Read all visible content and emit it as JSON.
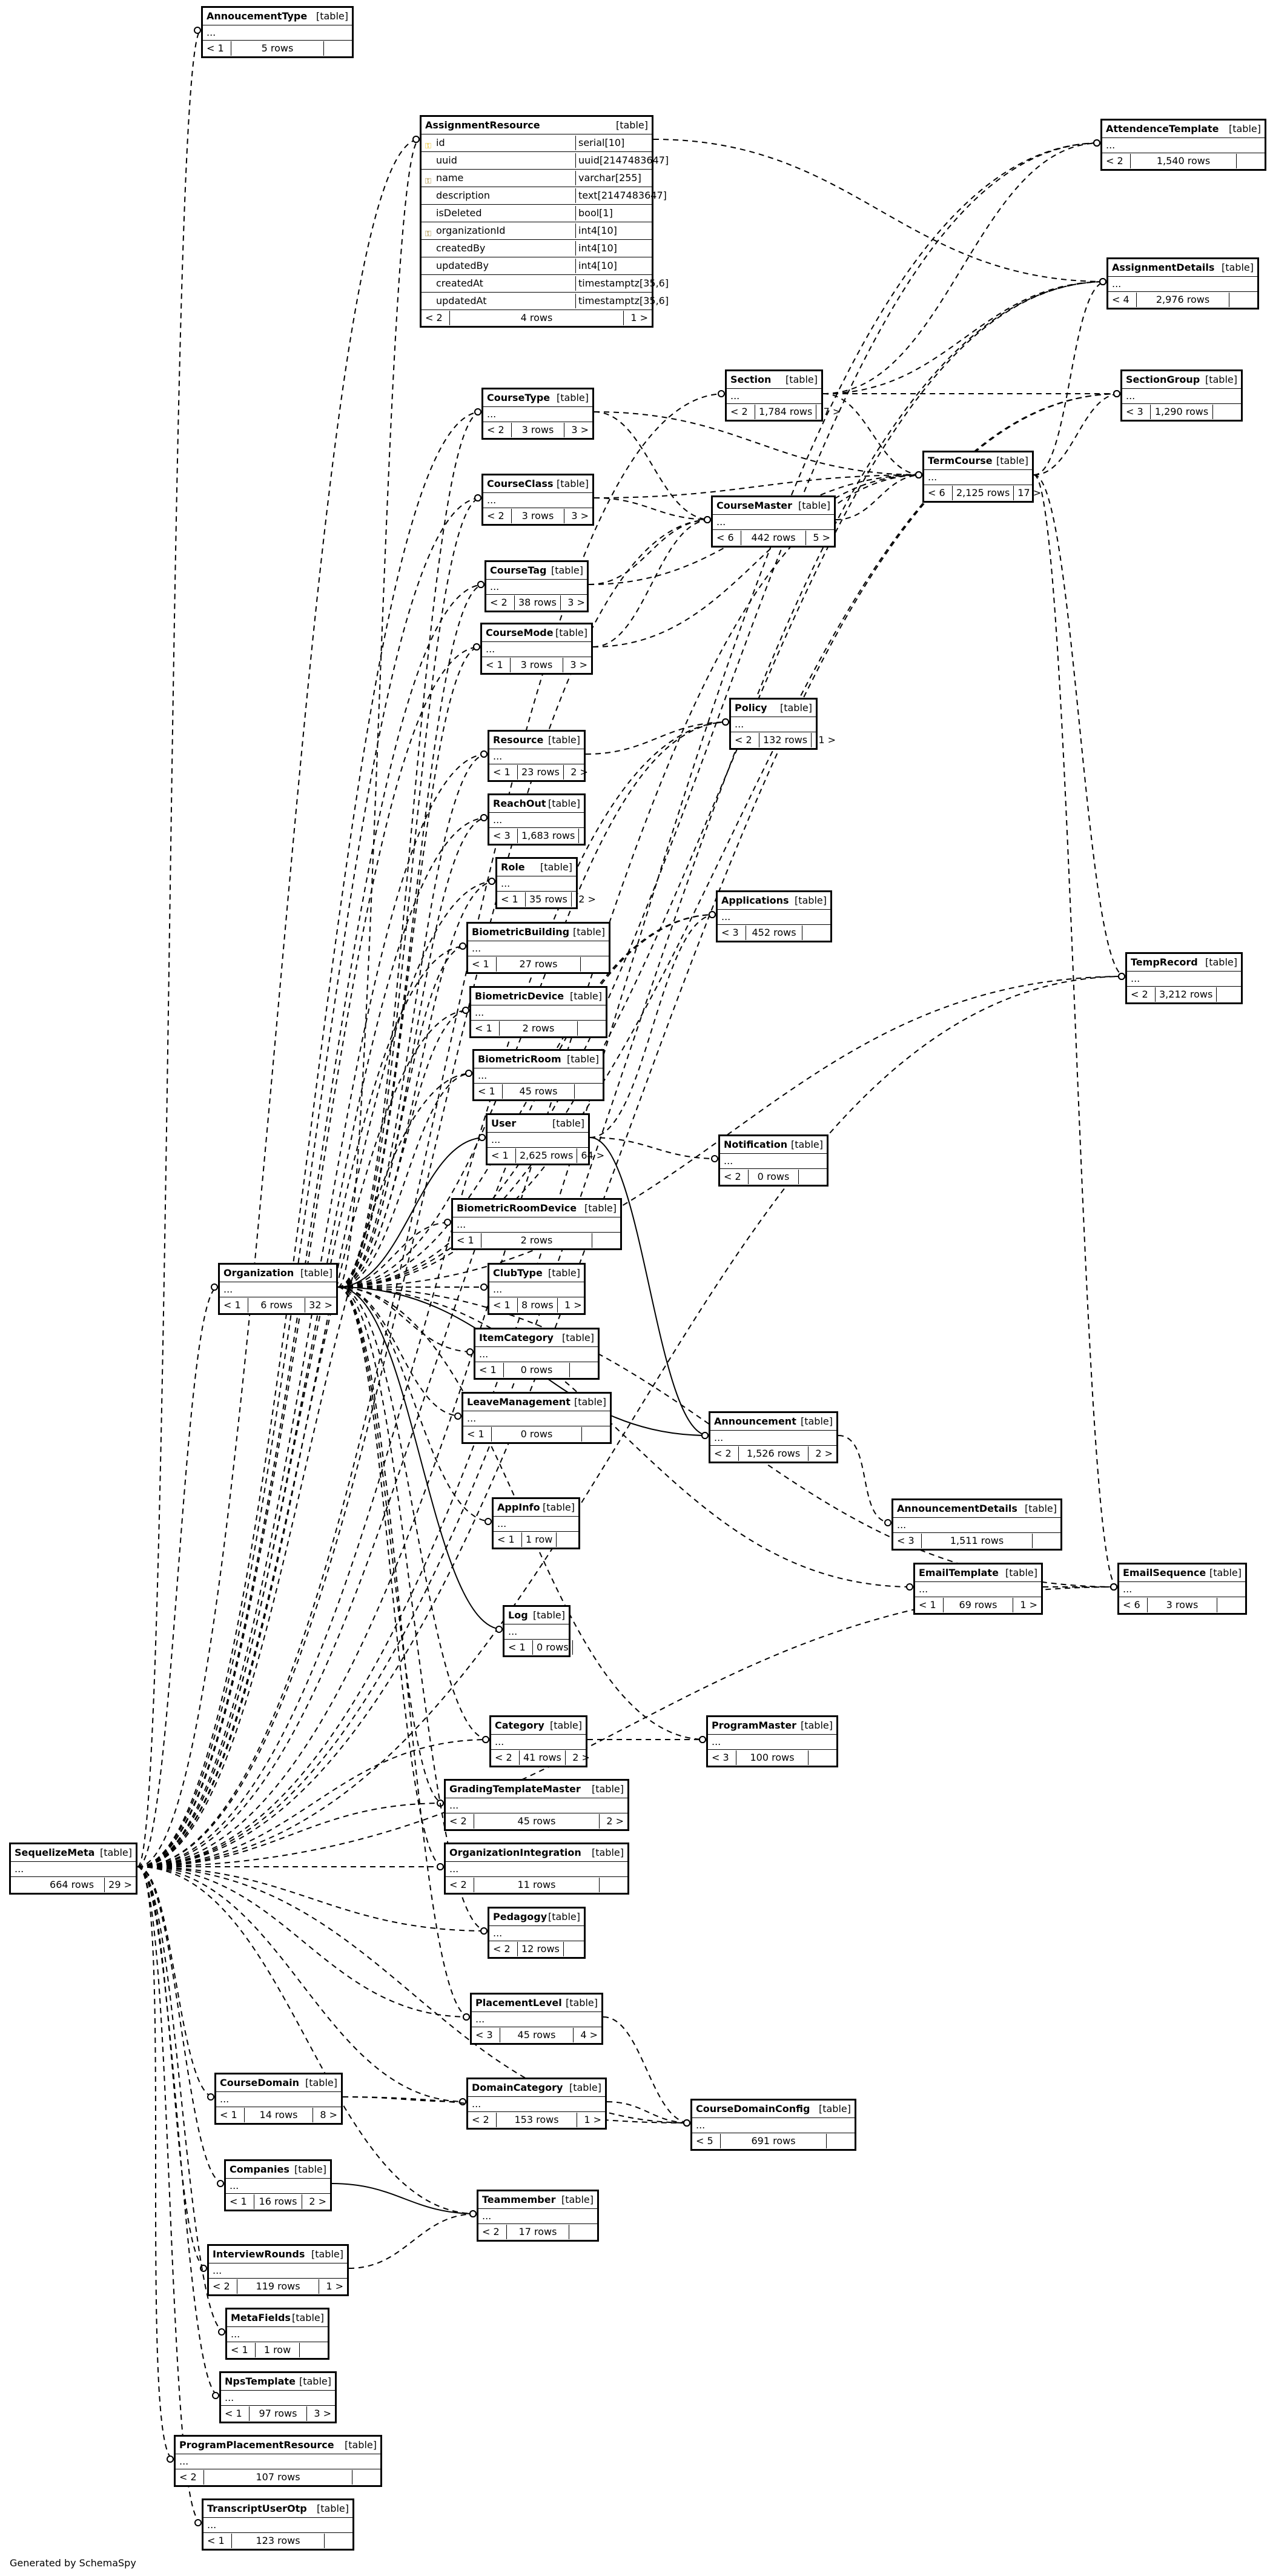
{
  "footer": "Generated by SchemaSpy",
  "table_tag": "[table]",
  "ellipsis": "...",
  "tables": {
    "AnnoucementType": {
      "name": "AnnoucementType",
      "parents": "< 1",
      "rows": "5 rows",
      "children": ""
    },
    "AssignmentResource": {
      "name": "AssignmentResource",
      "parents": "< 2",
      "rows": "4 rows",
      "children": "1 >"
    },
    "AttendenceTemplate": {
      "name": "AttendenceTemplate",
      "parents": "< 2",
      "rows": "1,540 rows",
      "children": ""
    },
    "AssignmentDetails": {
      "name": "AssignmentDetails",
      "parents": "< 4",
      "rows": "2,976 rows",
      "children": ""
    },
    "Section": {
      "name": "Section",
      "parents": "< 2",
      "rows": "1,784 rows",
      "children": "7 >"
    },
    "SectionGroup": {
      "name": "SectionGroup",
      "parents": "< 3",
      "rows": "1,290 rows",
      "children": ""
    },
    "CourseType": {
      "name": "CourseType",
      "parents": "< 2",
      "rows": "3 rows",
      "children": "3 >"
    },
    "TermCourse": {
      "name": "TermCourse",
      "parents": "< 6",
      "rows": "2,125 rows",
      "children": "17 >"
    },
    "CourseClass": {
      "name": "CourseClass",
      "parents": "< 2",
      "rows": "3 rows",
      "children": "3 >"
    },
    "CourseMaster": {
      "name": "CourseMaster",
      "parents": "< 6",
      "rows": "442 rows",
      "children": "5 >"
    },
    "CourseTag": {
      "name": "CourseTag",
      "parents": "< 2",
      "rows": "38 rows",
      "children": "3 >"
    },
    "CourseMode": {
      "name": "CourseMode",
      "parents": "< 1",
      "rows": "3 rows",
      "children": "3 >"
    },
    "Policy": {
      "name": "Policy",
      "parents": "< 2",
      "rows": "132 rows",
      "children": "1 >"
    },
    "Resource": {
      "name": "Resource",
      "parents": "< 1",
      "rows": "23 rows",
      "children": "2 >"
    },
    "ReachOut": {
      "name": "ReachOut",
      "parents": "< 3",
      "rows": "1,683 rows",
      "children": ""
    },
    "Role": {
      "name": "Role",
      "parents": "< 1",
      "rows": "35 rows",
      "children": "2 >"
    },
    "Applications": {
      "name": "Applications",
      "parents": "< 3",
      "rows": "452 rows",
      "children": ""
    },
    "BiometricBuilding": {
      "name": "BiometricBuilding",
      "parents": "< 1",
      "rows": "27 rows",
      "children": ""
    },
    "TempRecord": {
      "name": "TempRecord",
      "parents": "< 2",
      "rows": "3,212 rows",
      "children": ""
    },
    "BiometricDevice": {
      "name": "BiometricDevice",
      "parents": "< 1",
      "rows": "2 rows",
      "children": ""
    },
    "BiometricRoom": {
      "name": "BiometricRoom",
      "parents": "< 1",
      "rows": "45 rows",
      "children": ""
    },
    "User": {
      "name": "User",
      "parents": "< 1",
      "rows": "2,625 rows",
      "children": "64 >"
    },
    "Notification": {
      "name": "Notification",
      "parents": "< 2",
      "rows": "0 rows",
      "children": ""
    },
    "BiometricRoomDevice": {
      "name": "BiometricRoomDevice",
      "parents": "< 1",
      "rows": "2 rows",
      "children": ""
    },
    "Organization": {
      "name": "Organization",
      "parents": "< 1",
      "rows": "6 rows",
      "children": "32 >"
    },
    "ClubType": {
      "name": "ClubType",
      "parents": "< 1",
      "rows": "8 rows",
      "children": "1 >"
    },
    "ItemCategory": {
      "name": "ItemCategory",
      "parents": "< 1",
      "rows": "0 rows",
      "children": ""
    },
    "LeaveManagement": {
      "name": "LeaveManagement",
      "parents": "< 1",
      "rows": "0 rows",
      "children": ""
    },
    "Announcement": {
      "name": "Announcement",
      "parents": "< 2",
      "rows": "1,526 rows",
      "children": "2 >"
    },
    "AnnouncementDetails": {
      "name": "AnnouncementDetails",
      "parents": "< 3",
      "rows": "1,511 rows",
      "children": ""
    },
    "AppInfo": {
      "name": "AppInfo",
      "parents": "< 1",
      "rows": "1 row",
      "children": ""
    },
    "EmailTemplate": {
      "name": "EmailTemplate",
      "parents": "< 1",
      "rows": "69 rows",
      "children": "1 >"
    },
    "EmailSequence": {
      "name": "EmailSequence",
      "parents": "< 6",
      "rows": "3 rows",
      "children": ""
    },
    "Log": {
      "name": "Log",
      "parents": "< 1",
      "rows": "0 rows",
      "children": ""
    },
    "Category": {
      "name": "Category",
      "parents": "< 2",
      "rows": "41 rows",
      "children": "2 >"
    },
    "ProgramMaster": {
      "name": "ProgramMaster",
      "parents": "< 3",
      "rows": "100 rows",
      "children": ""
    },
    "GradingTemplateMaster": {
      "name": "GradingTemplateMaster",
      "parents": "< 2",
      "rows": "45 rows",
      "children": "2 >"
    },
    "SequelizeMeta": {
      "name": "SequelizeMeta",
      "parents": "",
      "rows": "664 rows",
      "children": "29 >"
    },
    "OrganizationIntegration": {
      "name": "OrganizationIntegration",
      "parents": "< 2",
      "rows": "11 rows",
      "children": ""
    },
    "Pedagogy": {
      "name": "Pedagogy",
      "parents": "< 2",
      "rows": "12 rows",
      "children": ""
    },
    "PlacementLevel": {
      "name": "PlacementLevel",
      "parents": "< 3",
      "rows": "45 rows",
      "children": "4 >"
    },
    "CourseDomain": {
      "name": "CourseDomain",
      "parents": "< 1",
      "rows": "14 rows",
      "children": "8 >"
    },
    "DomainCategory": {
      "name": "DomainCategory",
      "parents": "< 2",
      "rows": "153 rows",
      "children": "1 >"
    },
    "CourseDomainConfig": {
      "name": "CourseDomainConfig",
      "parents": "< 5",
      "rows": "691 rows",
      "children": ""
    },
    "Companies": {
      "name": "Companies",
      "parents": "< 1",
      "rows": "16 rows",
      "children": "2 >"
    },
    "Teammember": {
      "name": "Teammember",
      "parents": "< 2",
      "rows": "17 rows",
      "children": ""
    },
    "InterviewRounds": {
      "name": "InterviewRounds",
      "parents": "< 2",
      "rows": "119 rows",
      "children": "1 >"
    },
    "MetaFields": {
      "name": "MetaFields",
      "parents": "< 1",
      "rows": "1 row",
      "children": ""
    },
    "NpsTemplate": {
      "name": "NpsTemplate",
      "parents": "< 1",
      "rows": "97 rows",
      "children": "3 >"
    },
    "ProgramPlacementResource": {
      "name": "ProgramPlacementResource",
      "parents": "< 2",
      "rows": "107 rows",
      "children": ""
    },
    "TranscriptUserOtp": {
      "name": "TranscriptUserOtp",
      "parents": "< 1",
      "rows": "123 rows",
      "children": ""
    }
  },
  "assignment_columns": [
    {
      "name": "id",
      "type": "serial[10]",
      "key": "pk"
    },
    {
      "name": "uuid",
      "type": "uuid[2147483647]",
      "key": ""
    },
    {
      "name": "name",
      "type": "varchar[255]",
      "key": "fk"
    },
    {
      "name": "description",
      "type": "text[2147483647]",
      "key": ""
    },
    {
      "name": "isDeleted",
      "type": "bool[1]",
      "key": ""
    },
    {
      "name": "organizationId",
      "type": "int4[10]",
      "key": "fk"
    },
    {
      "name": "createdBy",
      "type": "int4[10]",
      "key": ""
    },
    {
      "name": "updatedBy",
      "type": "int4[10]",
      "key": ""
    },
    {
      "name": "createdAt",
      "type": "timestamptz[35,6]",
      "key": ""
    },
    {
      "name": "updatedAt",
      "type": "timestamptz[35,6]",
      "key": ""
    }
  ]
}
